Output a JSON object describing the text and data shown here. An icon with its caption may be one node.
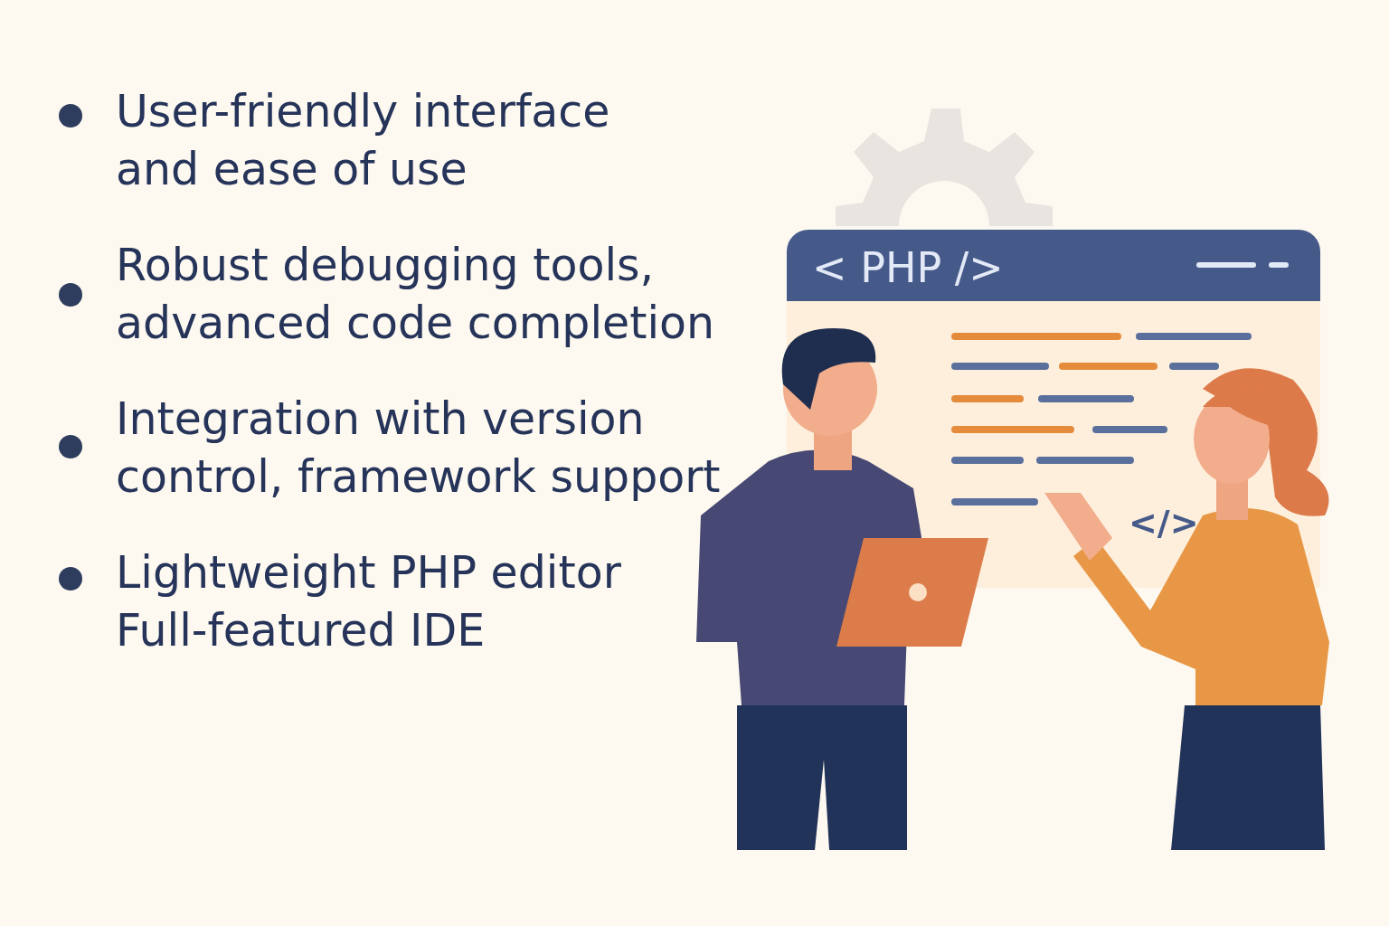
{
  "diagram": {
    "labels": [
      "User-friendly interface and ease of use",
      "Robust debugging tools, advanced code completion",
      "Integration with version control, framework support",
      "Lightweight PHP editor Full-featured IDE",
      "< PHP />",
      "</>"
    ]
  }
}
